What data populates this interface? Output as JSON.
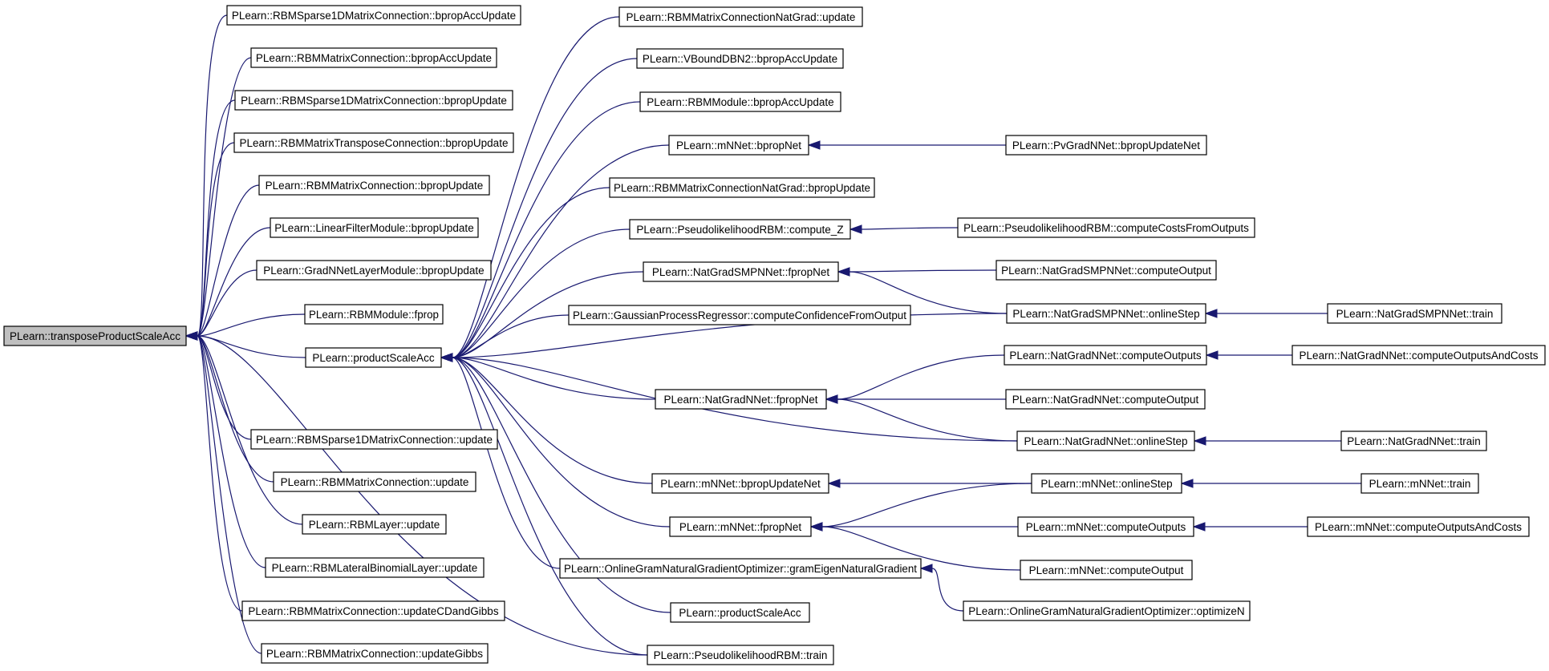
{
  "graph": {
    "direction": "right-to-left caller graph",
    "colors": {
      "edge": "#191970",
      "node_fill": "#ffffff",
      "root_fill": "#bfbfbf",
      "border": "#000000"
    },
    "nodes": [
      {
        "id": "root",
        "label": "PLearn::transposeProductScaleAcc",
        "root": true
      },
      {
        "id": "c1",
        "label": "PLearn::RBMSparse1DMatrixConnection::bpropAccUpdate"
      },
      {
        "id": "c2",
        "label": "PLearn::RBMMatrixConnection::bpropAccUpdate"
      },
      {
        "id": "c3",
        "label": "PLearn::RBMSparse1DMatrixConnection::bpropUpdate"
      },
      {
        "id": "c4",
        "label": "PLearn::RBMMatrixTransposeConnection::bpropUpdate"
      },
      {
        "id": "c5",
        "label": "PLearn::RBMMatrixConnection::bpropUpdate"
      },
      {
        "id": "c6",
        "label": "PLearn::LinearFilterModule::bpropUpdate"
      },
      {
        "id": "c7",
        "label": "PLearn::GradNNetLayerModule::bpropUpdate"
      },
      {
        "id": "c8",
        "label": "PLearn::RBMModule::fprop"
      },
      {
        "id": "psa",
        "label": "PLearn::productScaleAcc"
      },
      {
        "id": "c10",
        "label": "PLearn::RBMSparse1DMatrixConnection::update"
      },
      {
        "id": "c11",
        "label": "PLearn::RBMMatrixConnection::update"
      },
      {
        "id": "c12",
        "label": "PLearn::RBMLayer::update"
      },
      {
        "id": "c13",
        "label": "PLearn::RBMLateralBinomialLayer::update"
      },
      {
        "id": "c14",
        "label": "PLearn::RBMMatrixConnection::updateCDandGibbs"
      },
      {
        "id": "c15",
        "label": "PLearn::RBMMatrixConnection::updateGibbs"
      },
      {
        "id": "d1",
        "label": "PLearn::RBMMatrixConnectionNatGrad::update"
      },
      {
        "id": "d2",
        "label": "PLearn::VBoundDBN2::bpropAccUpdate"
      },
      {
        "id": "d3",
        "label": "PLearn::RBMModule::bpropAccUpdate"
      },
      {
        "id": "d4",
        "label": "PLearn::mNNet::bpropNet"
      },
      {
        "id": "d5",
        "label": "PLearn::RBMMatrixConnectionNatGrad::bpropUpdate"
      },
      {
        "id": "d6",
        "label": "PLearn::PseudolikelihoodRBM::compute_Z"
      },
      {
        "id": "d7",
        "label": "PLearn::NatGradSMPNNet::fpropNet"
      },
      {
        "id": "d8",
        "label": "PLearn::GaussianProcessRegressor::computeConfidenceFromOutput"
      },
      {
        "id": "d9",
        "label": "PLearn::NatGradNNet::fpropNet"
      },
      {
        "id": "d10",
        "label": "PLearn::mNNet::bpropUpdateNet"
      },
      {
        "id": "d11",
        "label": "PLearn::mNNet::fpropNet"
      },
      {
        "id": "d12",
        "label": "PLearn::OnlineGramNaturalGradientOptimizer::gramEigenNaturalGradient"
      },
      {
        "id": "d13",
        "label": "PLearn::productScaleAcc"
      },
      {
        "id": "d14",
        "label": "PLearn::PseudolikelihoodRBM::train"
      },
      {
        "id": "e1",
        "label": "PLearn::PvGradNNet::bpropUpdateNet"
      },
      {
        "id": "e2",
        "label": "PLearn::PseudolikelihoodRBM::computeCostsFromOutputs"
      },
      {
        "id": "e3",
        "label": "PLearn::NatGradSMPNNet::computeOutput"
      },
      {
        "id": "e4",
        "label": "PLearn::NatGradSMPNNet::onlineStep"
      },
      {
        "id": "e5",
        "label": "PLearn::NatGradNNet::computeOutputs"
      },
      {
        "id": "e6",
        "label": "PLearn::NatGradNNet::computeOutput"
      },
      {
        "id": "e7",
        "label": "PLearn::NatGradNNet::onlineStep"
      },
      {
        "id": "e8",
        "label": "PLearn::mNNet::onlineStep"
      },
      {
        "id": "e9",
        "label": "PLearn::mNNet::computeOutputs"
      },
      {
        "id": "e10",
        "label": "PLearn::mNNet::computeOutput"
      },
      {
        "id": "e11",
        "label": "PLearn::OnlineGramNaturalGradientOptimizer::optimizeN"
      },
      {
        "id": "f1",
        "label": "PLearn::NatGradSMPNNet::train"
      },
      {
        "id": "f2",
        "label": "PLearn::NatGradNNet::computeOutputsAndCosts"
      },
      {
        "id": "f3",
        "label": "PLearn::NatGradNNet::train"
      },
      {
        "id": "f4",
        "label": "PLearn::mNNet::train"
      },
      {
        "id": "f5",
        "label": "PLearn::mNNet::computeOutputsAndCosts"
      }
    ],
    "edges": [
      {
        "from": "c1",
        "to": "root"
      },
      {
        "from": "c2",
        "to": "root"
      },
      {
        "from": "c3",
        "to": "root"
      },
      {
        "from": "c4",
        "to": "root"
      },
      {
        "from": "c5",
        "to": "root"
      },
      {
        "from": "c6",
        "to": "root"
      },
      {
        "from": "c7",
        "to": "root"
      },
      {
        "from": "c8",
        "to": "root"
      },
      {
        "from": "psa",
        "to": "root"
      },
      {
        "from": "c10",
        "to": "root"
      },
      {
        "from": "c11",
        "to": "root"
      },
      {
        "from": "c12",
        "to": "root"
      },
      {
        "from": "c13",
        "to": "root"
      },
      {
        "from": "c14",
        "to": "root"
      },
      {
        "from": "c15",
        "to": "root"
      },
      {
        "from": "d14",
        "to": "root"
      },
      {
        "from": "d1",
        "to": "psa"
      },
      {
        "from": "d2",
        "to": "psa"
      },
      {
        "from": "d3",
        "to": "psa"
      },
      {
        "from": "d4",
        "to": "psa"
      },
      {
        "from": "d5",
        "to": "psa"
      },
      {
        "from": "d6",
        "to": "psa"
      },
      {
        "from": "d7",
        "to": "psa"
      },
      {
        "from": "d8",
        "to": "psa"
      },
      {
        "from": "e4",
        "to": "psa"
      },
      {
        "from": "d9",
        "to": "psa"
      },
      {
        "from": "e7",
        "to": "psa"
      },
      {
        "from": "d10",
        "to": "psa"
      },
      {
        "from": "d11",
        "to": "psa"
      },
      {
        "from": "d12",
        "to": "psa"
      },
      {
        "from": "d13",
        "to": "psa"
      },
      {
        "from": "d14",
        "to": "psa"
      },
      {
        "from": "e1",
        "to": "d4"
      },
      {
        "from": "e2",
        "to": "d6"
      },
      {
        "from": "e3",
        "to": "d7"
      },
      {
        "from": "e4",
        "to": "d7"
      },
      {
        "from": "e5",
        "to": "d9"
      },
      {
        "from": "e6",
        "to": "d9"
      },
      {
        "from": "e7",
        "to": "d9"
      },
      {
        "from": "e8",
        "to": "d10"
      },
      {
        "from": "e8",
        "to": "d11"
      },
      {
        "from": "e9",
        "to": "d11"
      },
      {
        "from": "e10",
        "to": "d11"
      },
      {
        "from": "e11",
        "to": "d12"
      },
      {
        "from": "f1",
        "to": "e4"
      },
      {
        "from": "f2",
        "to": "e5"
      },
      {
        "from": "f3",
        "to": "e7"
      },
      {
        "from": "f4",
        "to": "e8"
      },
      {
        "from": "f5",
        "to": "e9"
      }
    ]
  }
}
